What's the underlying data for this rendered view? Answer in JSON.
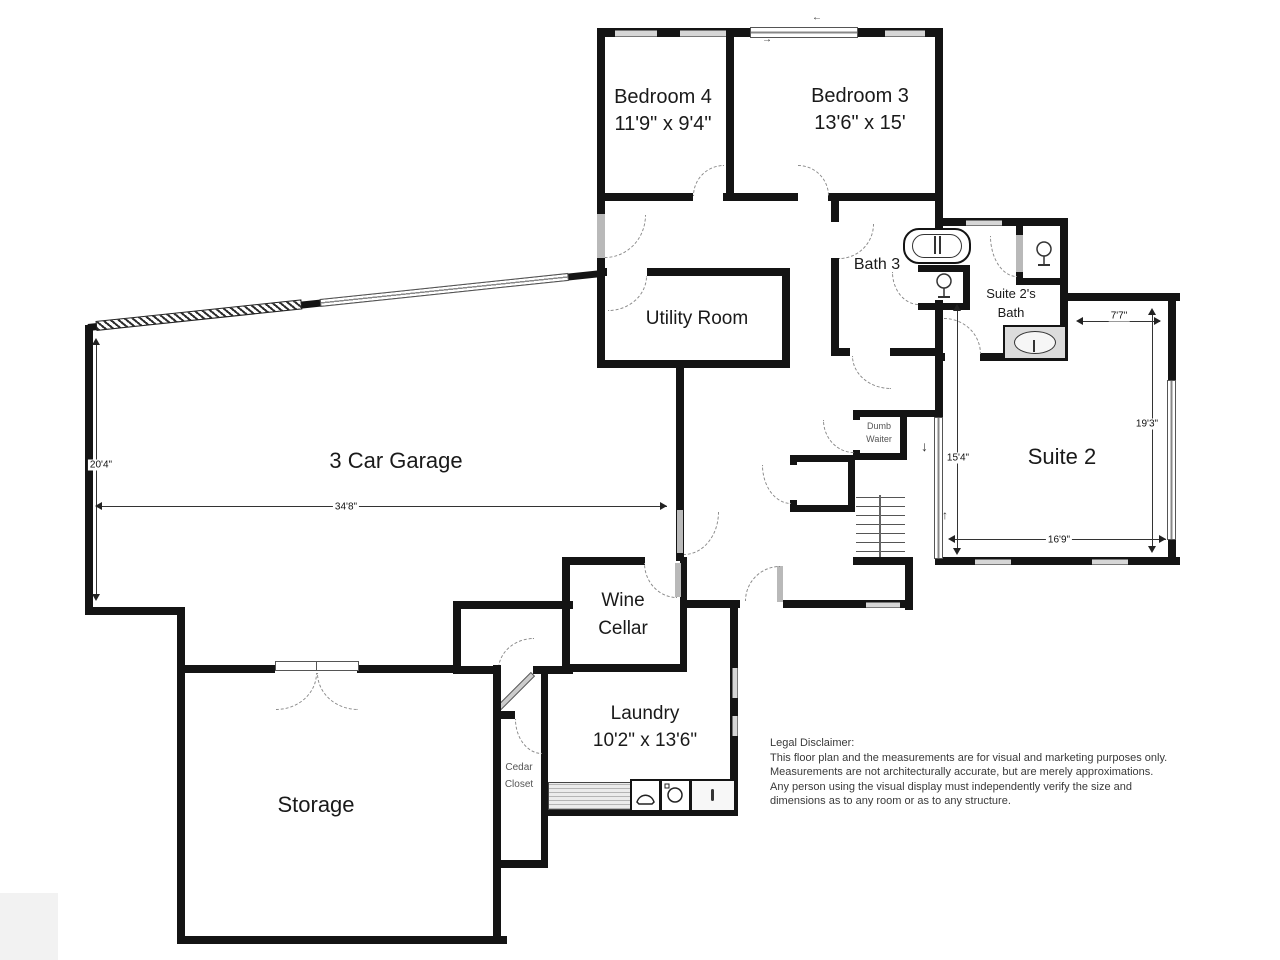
{
  "rooms": {
    "bedroom4": {
      "name": "Bedroom 4",
      "dims": "11'9\" x 9'4\""
    },
    "bedroom3": {
      "name": "Bedroom 3",
      "dims": "13'6\" x 15'"
    },
    "bath3": {
      "name": "Bath 3"
    },
    "suite2_bath": {
      "line1": "Suite 2's",
      "line2": "Bath"
    },
    "utility": {
      "name": "Utility Room"
    },
    "garage": {
      "name": "3 Car Garage"
    },
    "suite2": {
      "name": "Suite 2"
    },
    "dumb_waiter": {
      "line1": "Dumb",
      "line2": "Waiter"
    },
    "wine_cellar": {
      "line1": "Wine",
      "line2": "Cellar"
    },
    "laundry": {
      "name": "Laundry",
      "dims": "10'2\" x 13'6\""
    },
    "cedar_closet": {
      "line1": "Cedar",
      "line2": "Closet"
    },
    "storage": {
      "name": "Storage"
    }
  },
  "dimensions": {
    "garage_height": "20'4\"",
    "garage_width": "34'8\"",
    "suite2_top": "7'7\"",
    "suite2_right": "19'3\"",
    "suite2_left": "15'4\"",
    "suite2_bottom": "16'9\""
  },
  "annotations": {
    "stair_down": "↓",
    "suite2_up": "↑",
    "slider_left": "←",
    "slider_right": "→"
  },
  "icons": {
    "toilet": "toilet-icon",
    "bathtub": "bathtub-icon",
    "vanity_sink": "sink-icon",
    "washer": "washer-icon",
    "dryer": "dryer-icon",
    "laundry_sink": "laundry-sink-icon"
  },
  "disclaimer": {
    "title": "Legal Disclaimer:",
    "line1": "This floor plan and the measurements are for visual and marketing purposes only.",
    "line2": "Measurements are not architecturally accurate, but are merely approximations.",
    "line3": "Any person using the visual display must independently verify the size and",
    "line4": "dimensions as to any room or as to any structure."
  },
  "colors": {
    "wall": "#141414",
    "window": "#d6d6d6",
    "text": "#1a1a1a"
  }
}
